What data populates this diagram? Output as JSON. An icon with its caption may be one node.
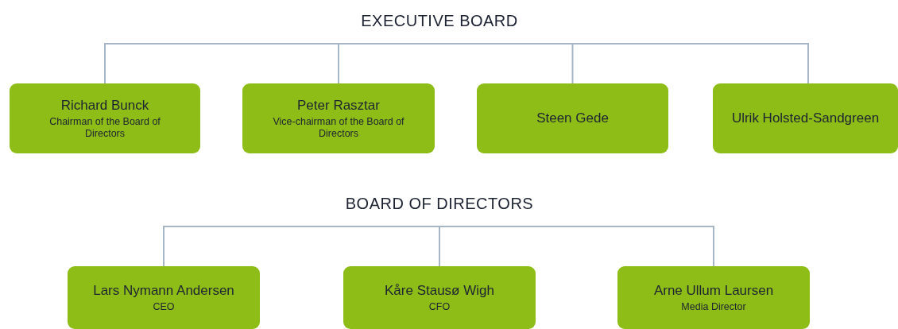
{
  "diagram": {
    "nodes": [
      {
        "text": [
          "EXECUTIVE BOARD"
        ]
      },
      {
        "text": [
          "Richard Bunck",
          "Chairman of the Board of Directors"
        ]
      },
      {
        "text": [
          "Peter Rasztar",
          "Vice-chairman of the Board of Directors"
        ]
      },
      {
        "text": [
          "Steen Gede"
        ]
      },
      {
        "text": [
          "Ulrik Holsted-Sandgreen"
        ]
      },
      {
        "text": [
          "BOARD OF DIRECTORS"
        ]
      },
      {
        "text": [
          "Lars Nymann Andersen",
          "CEO"
        ]
      },
      {
        "text": [
          "Kåre Stausø Wigh",
          "CFO"
        ]
      },
      {
        "text": [
          "Arne Ullum Laursen",
          "Media Director"
        ]
      }
    ],
    "edges": [
      {
        "from": 0,
        "to": 1,
        "arrow": "none"
      },
      {
        "from": 0,
        "to": 2,
        "arrow": "none"
      },
      {
        "from": 0,
        "to": 3,
        "arrow": "none"
      },
      {
        "from": 0,
        "to": 4,
        "arrow": "none"
      },
      {
        "from": 5,
        "to": 6,
        "arrow": "none"
      },
      {
        "from": 5,
        "to": 7,
        "arrow": "none"
      },
      {
        "from": 5,
        "to": 8,
        "arrow": "none"
      }
    ]
  }
}
